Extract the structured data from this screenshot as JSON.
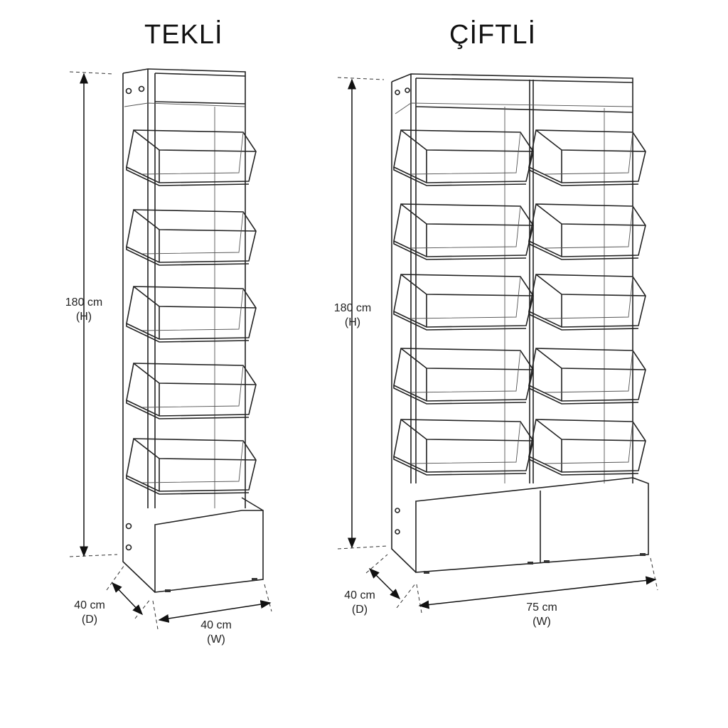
{
  "single": {
    "title": "TEKLİ",
    "shelves": 5,
    "height": {
      "value": "180 cm",
      "code": "(H)"
    },
    "depth": {
      "value": "40 cm",
      "code": "(D)"
    },
    "width": {
      "value": "40 cm",
      "code": "(W)"
    }
  },
  "double": {
    "title": "ÇİFTLİ",
    "shelves": 5,
    "height": {
      "value": "180 cm",
      "code": "(H)"
    },
    "depth": {
      "value": "40 cm",
      "code": "(D)"
    },
    "width": {
      "value": "75 cm",
      "code": "(W)"
    }
  }
}
